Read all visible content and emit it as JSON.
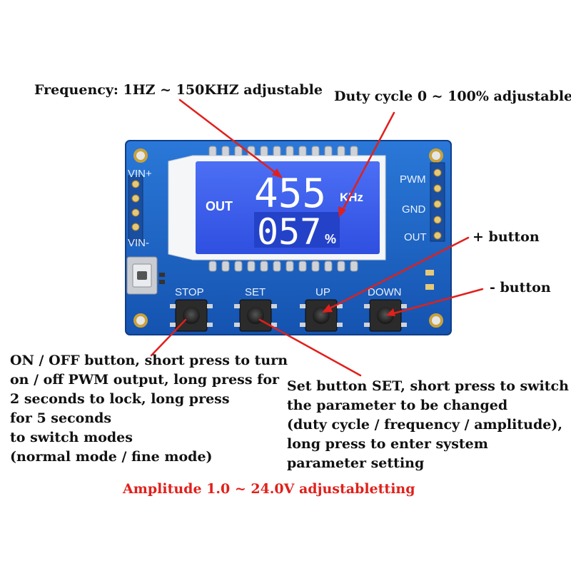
{
  "captions": {
    "frequency": "Frequency: 1HZ ~ 150KHZ adjustable",
    "duty": "Duty cycle 0 ~ 100% adjustable",
    "plus_button": "+ button",
    "minus_button": "- button",
    "onoff": [
      "ON / OFF button, short press to turn",
      "on / off PWM output, long press for",
      "2 seconds to lock, long press",
      "for 5 seconds",
      "to switch modes",
      "(normal mode / fine mode)"
    ],
    "set": [
      "Set button SET, short press to switch",
      "the parameter to be changed",
      "(duty cycle / frequency / amplitude),",
      "long press to enter system",
      "parameter setting"
    ],
    "amplitude": "Amplitude 1.0 ~ 24.0V adjustabletting"
  },
  "board": {
    "pin_labels": {
      "vin_plus": "VIN+",
      "vin_minus": "VIN-",
      "pwm": "PWM",
      "gnd": "GND",
      "out": "OUT"
    },
    "buttons": {
      "stop": "STOP",
      "set": "SET",
      "up": "UP",
      "down": "DOWN"
    },
    "lcd": {
      "out_label": "OUT",
      "frequency": "455",
      "unit": "KHz",
      "duty": "057",
      "percent": "%"
    }
  },
  "colors": {
    "board": "#1a62c4",
    "lcd": "#3a5ef0",
    "arrow": "#e0201b"
  }
}
